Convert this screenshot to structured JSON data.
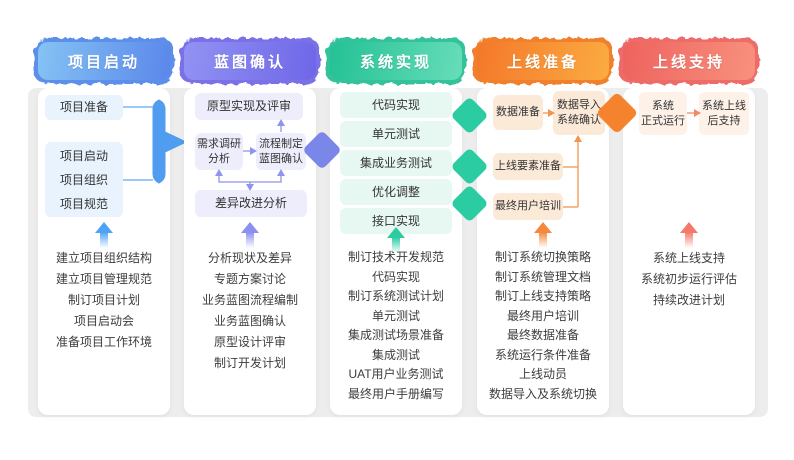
{
  "canvas": {
    "background": "#ffffff",
    "panel_background": "#ededed"
  },
  "connectors": {
    "brace_color": "#4f9cf0",
    "purple_diamond_color": "#7b86e9",
    "green_diamond_color": "#2bcca2",
    "green_diamond_count": 3,
    "orange_diamond_color": "#f5832e"
  },
  "columns": [
    {
      "title": "项目启动",
      "colors": {
        "header_gradient_start": "#85c3f4",
        "header_gradient_end": "#5a87ea",
        "header_border": "#4f86e8",
        "box_bg": "#e9f3fd",
        "line": "#6fadf0",
        "accent": "#4da3f5"
      },
      "flow": {
        "box1": [
          "项目准备"
        ],
        "box2": [
          "项目启动",
          "项目组织",
          "项目规范"
        ]
      },
      "tasks": [
        "建立项目组织结构",
        "建立项目管理规范",
        "制订项目计划",
        "项目启动会",
        "准备项目工作环境"
      ]
    },
    {
      "title": "蓝图确认",
      "colors": {
        "header_gradient_start": "#9193f3",
        "header_gradient_end": "#6f66e8",
        "header_border": "#6f65e6",
        "box_bg": "#ededfc",
        "line": "#8f94ee",
        "accent": "#8b8ff0"
      },
      "flow": {
        "top": "原型实现及评审",
        "left": [
          "需求调研",
          "分析"
        ],
        "right": [
          "流程制定",
          "蓝图确认"
        ],
        "bottom": "差异改进分析"
      },
      "tasks": [
        "分析现状及差异",
        "专题方案讨论",
        "业务蓝图流程编制",
        "业务蓝图确认",
        "原型设计评审",
        "制订开发计划"
      ]
    },
    {
      "title": "系统实现",
      "colors": {
        "header_gradient_start": "#24c195",
        "header_gradient_end": "#66ddb9",
        "header_border": "#21bd92",
        "box_bg": "#e7f8f2",
        "line": "#2bcca2",
        "accent": "#2bcca2"
      },
      "flow": {
        "steps": [
          "代码实现",
          "单元测试",
          "集成业务测试",
          "优化调整",
          "接口实现"
        ]
      },
      "tasks": [
        "制订技术开发规范",
        "代码实现",
        "制订系统测试计划",
        "单元测试",
        "集成测试场景准备",
        "集成测试",
        "UAT用户业务测试",
        "最终用户手册编写"
      ]
    },
    {
      "title": "上线准备",
      "colors": {
        "header_gradient_start": "#f4782a",
        "header_gradient_end": "#fbab41",
        "header_border": "#f0761f",
        "box_bg": "#fcead9",
        "line": "#f0954f",
        "accent": "#f5883a"
      },
      "flow": {
        "left_top": "数据准备",
        "right_top": [
          "数据导入",
          "系统确认"
        ],
        "middle": "上线要素准备",
        "bottom": "最终用户培训"
      },
      "tasks": [
        "制订系统切换策略",
        "制订系统管理文档",
        "制订上线支持策略",
        "最终用户培训",
        "最终数据准备",
        "系统运行条件准备",
        "上线动员",
        "数据导入及系统切换"
      ]
    },
    {
      "title": "上线支持",
      "colors": {
        "header_gradient_start": "#ee625e",
        "header_gradient_end": "#f8917d",
        "header_border": "#ec5f5c",
        "box_bg": "#fdf1e8",
        "line": "#f08a6a",
        "accent": "#f4796b"
      },
      "flow": {
        "left": [
          "系统",
          "正式运行"
        ],
        "right": [
          "系统上线",
          "后支持"
        ]
      },
      "tasks": [
        "系统上线支持",
        "系统初步运行评估",
        "持续改进计划"
      ]
    }
  ]
}
